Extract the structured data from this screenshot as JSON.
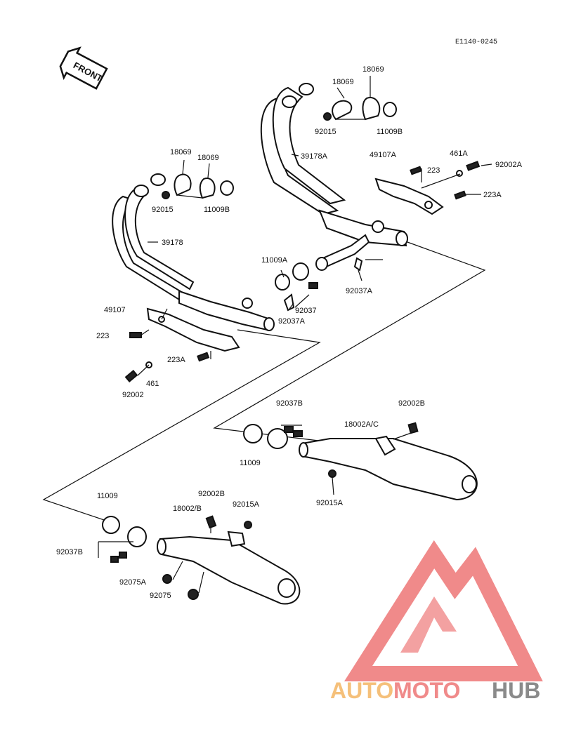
{
  "diagram_code": "E1140-0245",
  "front_label": "FRONT",
  "colors": {
    "logo_red": "#f08a8a",
    "logo_orange": "#f5c07a",
    "logo_grey": "#8a8a8a",
    "ink": "#111111"
  },
  "labels": {
    "l_18069_a": "18069",
    "l_18069_b": "18069",
    "l_92015_a": "92015",
    "l_11009B_a": "11009B",
    "l_39178A": "39178A",
    "l_49107A": "49107A",
    "l_223_a": "223",
    "l_461A": "461A",
    "l_92002A": "92002A",
    "l_223A_a": "223A",
    "l_18069_c": "18069",
    "l_18069_d": "18069",
    "l_92015_b": "92015",
    "l_11009B_b": "11009B",
    "l_39178": "39178",
    "l_11009A": "11009A",
    "l_92037A_a": "92037A",
    "l_92037": "92037",
    "l_92037A_b": "92037A",
    "l_49107": "49107",
    "l_223_b": "223",
    "l_223A_b": "223A",
    "l_461": "461",
    "l_92002": "92002",
    "l_92037B_a": "92037B",
    "l_92002B_a": "92002B",
    "l_18002AC": "18002A/C",
    "l_11009_a": "11009",
    "l_92015A_a": "92015A",
    "l_11009_b": "11009",
    "l_92002B_b": "92002B",
    "l_18002B": "18002/B",
    "l_92015A_b": "92015A",
    "l_92037B_b": "92037B",
    "l_92075A": "92075A",
    "l_92075": "92075"
  },
  "watermark": {
    "part1": "AUTO",
    "part2": "MOTO",
    "part3": "HUB"
  }
}
